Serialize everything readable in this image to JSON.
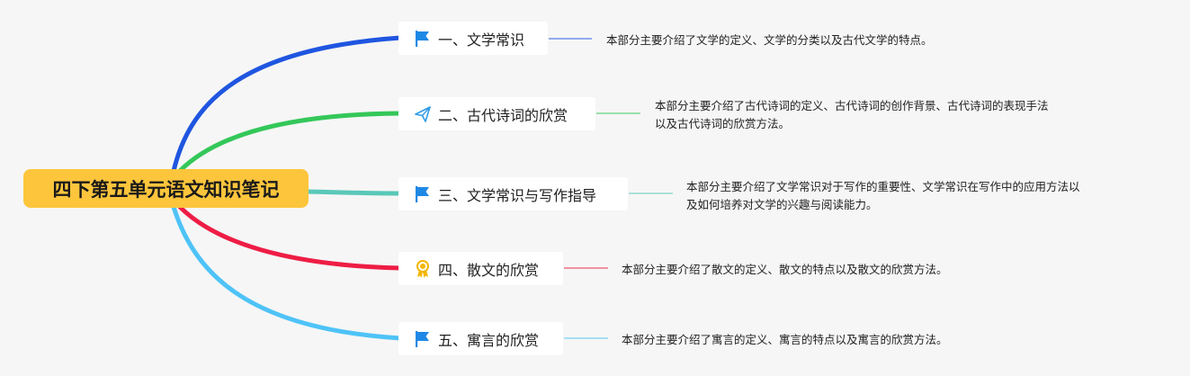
{
  "root": {
    "title": "四下第五单元语文知识笔记"
  },
  "branches": [
    {
      "title": "一、文学常识",
      "icon": "flag-icon",
      "color": "#1f55e0",
      "description": [
        "本部分主要介绍了文学的定义、文学的分类以及古代文学的特点。"
      ]
    },
    {
      "title": "二、古代诗词的欣赏",
      "icon": "paper-plane-icon",
      "color": "#34c759",
      "description": [
        "本部分主要介绍了古代诗词的定义、古代诗词的创作背景、古代诗词的表现手法",
        "以及古代诗词的欣赏方法。"
      ]
    },
    {
      "title": "三、文学常识与写作指导",
      "icon": "flag-icon",
      "color": "#5ac8b8",
      "description": [
        "本部分主要介绍了文学常识对于写作的重要性、文学常识在写作中的应用方法以",
        "及如何培养对文学的兴趣与阅读能力。"
      ]
    },
    {
      "title": "四、散文的欣赏",
      "icon": "award-ribbon-icon",
      "color": "#ee1d45",
      "description": [
        "本部分主要介绍了散文的定义、散文的特点以及散文的欣赏方法。"
      ]
    },
    {
      "title": "五、寓言的欣赏",
      "icon": "flag-icon",
      "color": "#4ec3f7",
      "description": [
        "本部分主要介绍了寓言的定义、寓言的特点以及寓言的欣赏方法。"
      ]
    }
  ]
}
